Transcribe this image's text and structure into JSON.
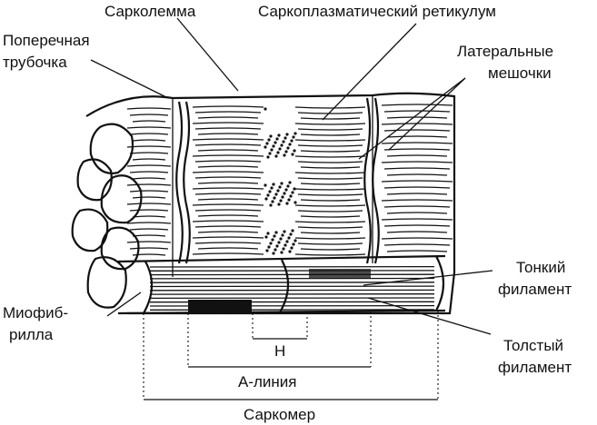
{
  "labels": {
    "sarcolemma": "Сарколемма",
    "sarcoplasmic_reticulum": "Саркоплазматический ретикулум",
    "transverse_tubule_line1": "Поперечная",
    "transverse_tubule_line2": "трубочка",
    "lateral_sacs_line1": "Латеральные",
    "lateral_sacs_line2": "мешочки",
    "thin_filament_line1": "Тонкий",
    "thin_filament_line2": "филамент",
    "myofibril_line1": "Миофиб-",
    "myofibril_line2": "рилла",
    "thick_filament_line1": "Толстый",
    "thick_filament_line2": "филамент",
    "h_zone": "Н",
    "a_band": "А-линия",
    "sarcomere": "Саркомер"
  }
}
